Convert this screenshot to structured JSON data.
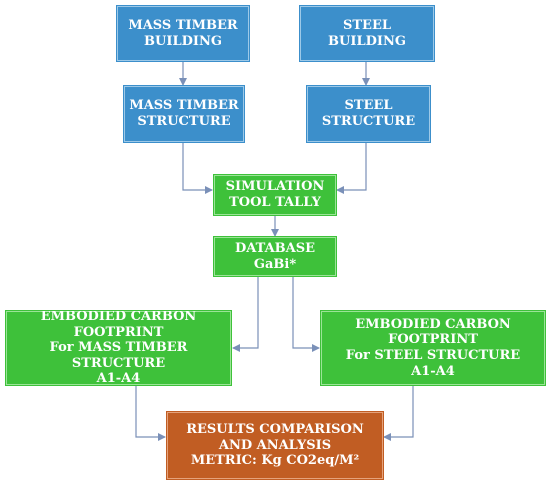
{
  "boxes": {
    "mt_building": [
      "MASS TIMBER",
      "BUILDING"
    ],
    "steel_building": [
      "STEEL",
      "BUILDING"
    ],
    "mt_structure": [
      "MASS TIMBER",
      "STRUCTURE"
    ],
    "steel_structure": [
      "STEEL",
      "STRUCTURE"
    ],
    "simulation": [
      "SIMULATION",
      "TOOL  TALLY"
    ],
    "database": [
      "DATABASE",
      "GaBi*"
    ],
    "ecf_mt": [
      "EMBODIED CARBON",
      "FOOTPRINT",
      "For MASS TIMBER STRUCTURE",
      "A1-A4"
    ],
    "ecf_steel": [
      "EMBODIED CARBON",
      "FOOTPRINT",
      "For STEEL STRUCTURE",
      "A1-A4"
    ],
    "results": [
      "RESULTS COMPARISON",
      "AND ANALYSIS",
      "METRIC: Kg CO2eq/M²"
    ]
  },
  "colors": {
    "blue": "#3c8fcb",
    "green": "#3ec13a",
    "orange": "#c15d23",
    "arrow": "#7a90b8"
  }
}
